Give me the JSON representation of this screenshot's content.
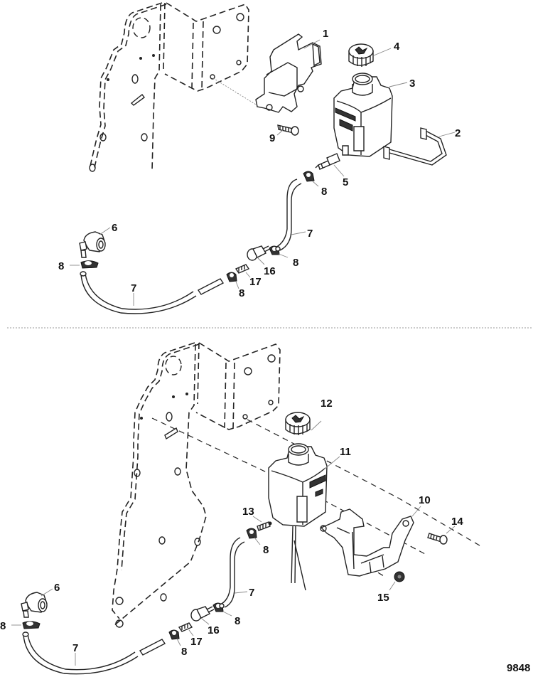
{
  "diagram": {
    "title": "Fluid reservoir exploded parts view",
    "figure_number": "9848",
    "top_view": {
      "callouts": [
        {
          "id": "c1",
          "label": "1",
          "part": "mounting bracket"
        },
        {
          "id": "c2",
          "label": "2",
          "part": "reservoir strap"
        },
        {
          "id": "c3",
          "label": "3",
          "part": "reservoir"
        },
        {
          "id": "c4",
          "label": "4",
          "part": "cap"
        },
        {
          "id": "c5",
          "label": "5",
          "part": "fitting"
        },
        {
          "id": "c6",
          "label": "6",
          "part": "elbow fitting"
        },
        {
          "id": "c7a",
          "label": "7",
          "part": "hose"
        },
        {
          "id": "c7b",
          "label": "7",
          "part": "hose"
        },
        {
          "id": "c8a",
          "label": "8",
          "part": "clamp"
        },
        {
          "id": "c8b",
          "label": "8",
          "part": "clamp"
        },
        {
          "id": "c8c",
          "label": "8",
          "part": "clamp"
        },
        {
          "id": "c8d",
          "label": "8",
          "part": "clamp"
        },
        {
          "id": "c9",
          "label": "9",
          "part": "screw"
        },
        {
          "id": "c16",
          "label": "16",
          "part": "connector"
        },
        {
          "id": "c17",
          "label": "17",
          "part": "connector fitting"
        }
      ]
    },
    "bottom_view": {
      "callouts": [
        {
          "id": "c10",
          "label": "10",
          "part": "bracket"
        },
        {
          "id": "c11",
          "label": "11",
          "part": "reservoir"
        },
        {
          "id": "c12",
          "label": "12",
          "part": "cap"
        },
        {
          "id": "c13",
          "label": "13",
          "part": "fitting"
        },
        {
          "id": "c14",
          "label": "14",
          "part": "screw"
        },
        {
          "id": "c15",
          "label": "15",
          "part": "nut"
        },
        {
          "id": "c6",
          "label": "6",
          "part": "elbow fitting"
        },
        {
          "id": "c7a",
          "label": "7",
          "part": "hose"
        },
        {
          "id": "c7b",
          "label": "7",
          "part": "hose"
        },
        {
          "id": "c8a",
          "label": "8",
          "part": "clamp"
        },
        {
          "id": "c8b",
          "label": "8",
          "part": "clamp"
        },
        {
          "id": "c8c",
          "label": "8",
          "part": "clamp"
        },
        {
          "id": "c8d",
          "label": "8",
          "part": "clamp"
        },
        {
          "id": "c16",
          "label": "16",
          "part": "connector"
        },
        {
          "id": "c17",
          "label": "17",
          "part": "connector fitting"
        }
      ]
    }
  }
}
